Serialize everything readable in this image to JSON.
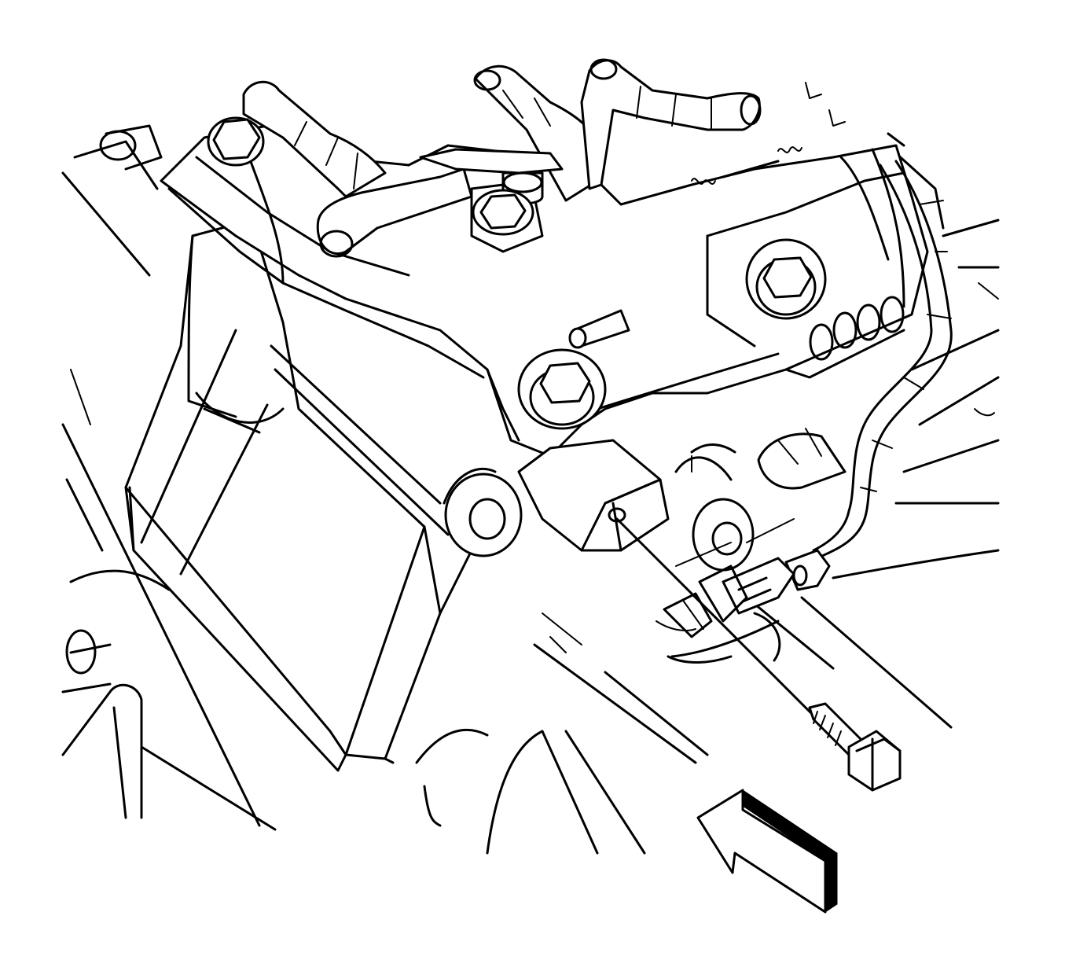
{
  "diagram": {
    "colors": {
      "line": "#000000",
      "background": "#ffffff"
    },
    "parts": [
      {
        "id": "actuator-housing",
        "icon": "box-housing-icon"
      },
      {
        "id": "mounting-bracket",
        "icon": "bracket-icon"
      },
      {
        "id": "upper-hoses",
        "icon": "hose-icon"
      },
      {
        "id": "vent-tube",
        "icon": "tube-icon"
      },
      {
        "id": "flange-bolts",
        "icon": "hex-bolt-icon"
      },
      {
        "id": "electrical-connector",
        "icon": "connector-icon"
      },
      {
        "id": "wiring-harness",
        "icon": "harness-icon"
      },
      {
        "id": "retaining-bolt",
        "icon": "bolt-icon"
      },
      {
        "id": "view-direction-arrow",
        "icon": "arrow-icon"
      }
    ]
  }
}
